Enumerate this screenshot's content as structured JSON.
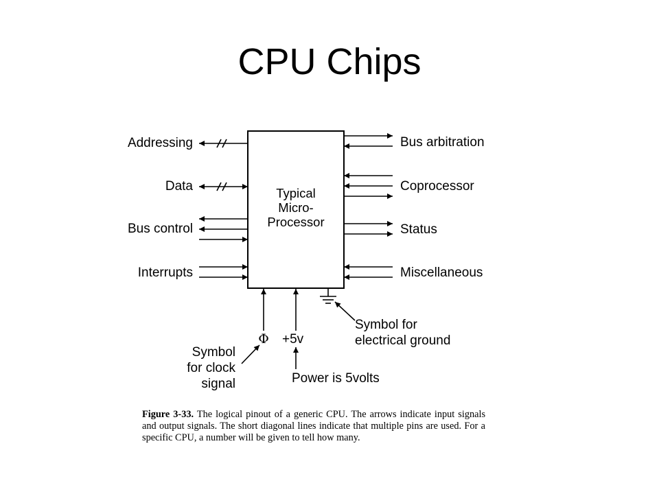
{
  "slide": {
    "title": "CPU Chips"
  },
  "chip": {
    "line1": "Typical",
    "line2": "Micro-",
    "line3": "Processor"
  },
  "left_pins": [
    "Addressing",
    "Data",
    "Bus control",
    "Interrupts"
  ],
  "right_pins": [
    "Bus arbitration",
    "Coprocessor",
    "Status",
    "Miscellaneous"
  ],
  "bottom": {
    "clock_symbol": "Φ",
    "power_label": "+5v",
    "ground_note_line1": "Symbol for",
    "ground_note_line2": "electrical ground",
    "clock_note_line1": "Symbol",
    "clock_note_line2": "for clock",
    "clock_note_line3": "signal",
    "power_note": "Power is 5volts"
  },
  "caption": {
    "figure": "Figure 3-33.",
    "text": "The logical pinout of a generic CPU. The arrows indicate input signals and output signals. The short diagonal lines indicate that multiple pins are used. For a specific CPU, a number will be given to tell how many."
  }
}
